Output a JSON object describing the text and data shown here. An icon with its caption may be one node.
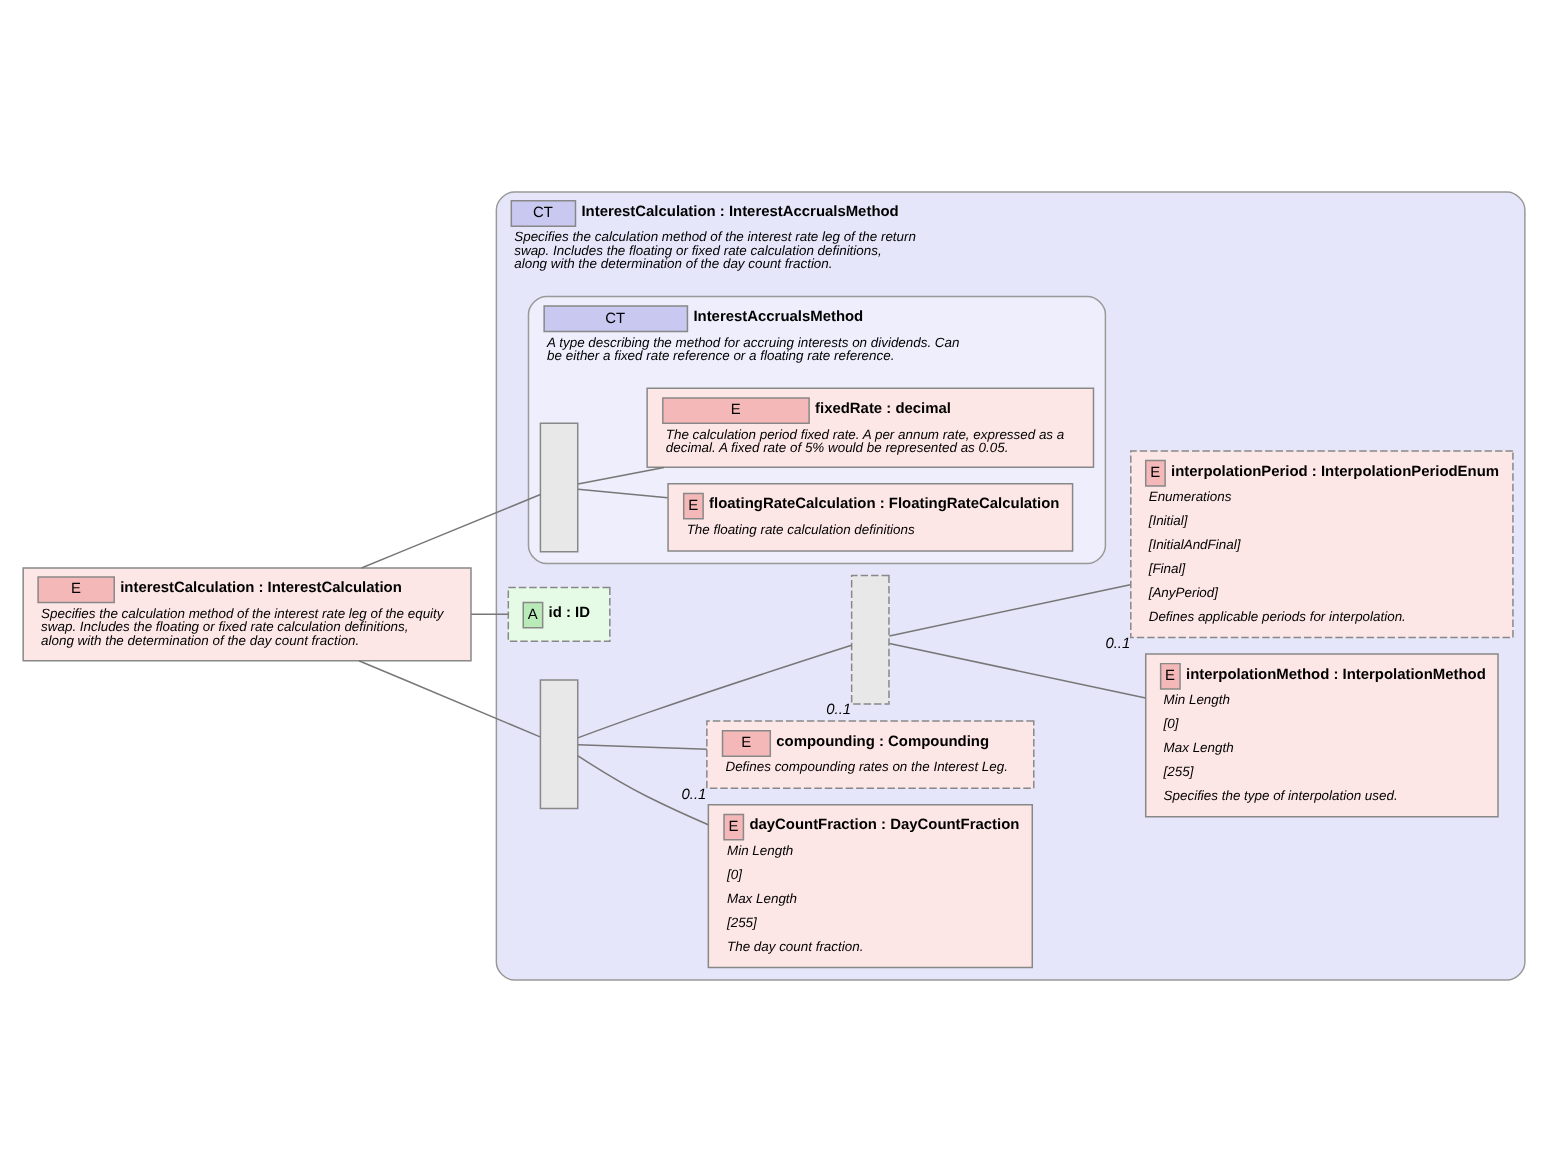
{
  "diagram": {
    "nodes": [
      {
        "text": [
          "E",
          "interestCalculation : InterestCalculation",
          "Specifies the calculation method of the interest rate leg of the equity swap. Includes the floating or fixed rate calculation definitions, along with the determination of the day count fraction."
        ]
      },
      {
        "text": [
          "CT",
          "InterestCalculation : InterestAccrualsMethod",
          "Specifies the calculation method of the interest rate leg of the return swap. Includes the floating or fixed rate calculation definitions, along with the determination of the day count fraction."
        ]
      },
      {
        "text": [
          "A",
          "id : ID"
        ],
        "in": 1
      },
      {
        "text": [
          "CT",
          "InterestAccrualsMethod",
          "A type describing the method for accruing interests on dividends. Can be either a fixed rate reference or a floating rate reference."
        ],
        "in": 1
      },
      {
        "text": [],
        "shape": "box",
        "in": 3
      },
      {
        "text": [
          "E",
          "floatingRateCalculation : FloatingRateCalculation",
          "The floating rate calculation definitions"
        ],
        "in": 3
      },
      {
        "text": [
          "E",
          "fixedRate : decimal",
          "The calculation period fixed rate. A per annum rate, expressed as a decimal. A fixed rate of 5% would be represented as 0.05."
        ],
        "in": 3
      },
      {
        "text": [],
        "shape": "box",
        "in": 1
      },
      {
        "text": [
          "E",
          "dayCountFraction : DayCountFraction",
          "Min Length",
          "[0]",
          "Max Length",
          "[255]",
          "The day count fraction."
        ],
        "in": 1
      },
      {
        "text": [
          "E",
          "compounding : Compounding",
          "Defines compounding rates on the Interest Leg."
        ],
        "beside": [
          "0..1"
        ],
        "in": 1
      },
      {
        "text": [],
        "shape": "box",
        "beside": [
          "0..1"
        ],
        "in": 1
      },
      {
        "text": [
          "E",
          "interpolationMethod : InterpolationMethod",
          "Min Length",
          "[0]",
          "Max Length",
          "[255]",
          "Specifies the type of interpolation used."
        ],
        "in": 1
      },
      {
        "text": [
          "E",
          "interpolationPeriod : InterpolationPeriodEnum",
          "Enumerations",
          "[Initial]",
          "[InitialAndFinal]",
          "[Final]",
          "[AnyPeriod]",
          "Defines applicable periods for interpolation."
        ],
        "beside": [
          "0..1"
        ],
        "in": 1
      }
    ],
    "edges": [
      {
        "from": 0,
        "to": 2,
        "arrow": "none"
      },
      {
        "from": 0,
        "to": 4,
        "arrow": "none"
      },
      {
        "from": 0,
        "to": 7,
        "arrow": "none"
      },
      {
        "from": 4,
        "to": 5,
        "arrow": "none"
      },
      {
        "from": 4,
        "to": 6,
        "arrow": "none"
      },
      {
        "from": 7,
        "to": 8,
        "arrow": "none"
      },
      {
        "from": 7,
        "to": 9,
        "arrow": "none"
      },
      {
        "from": 7,
        "to": 10,
        "arrow": "none"
      },
      {
        "from": 10,
        "to": 11,
        "arrow": "none"
      },
      {
        "from": 10,
        "to": 12,
        "arrow": "none"
      }
    ]
  }
}
